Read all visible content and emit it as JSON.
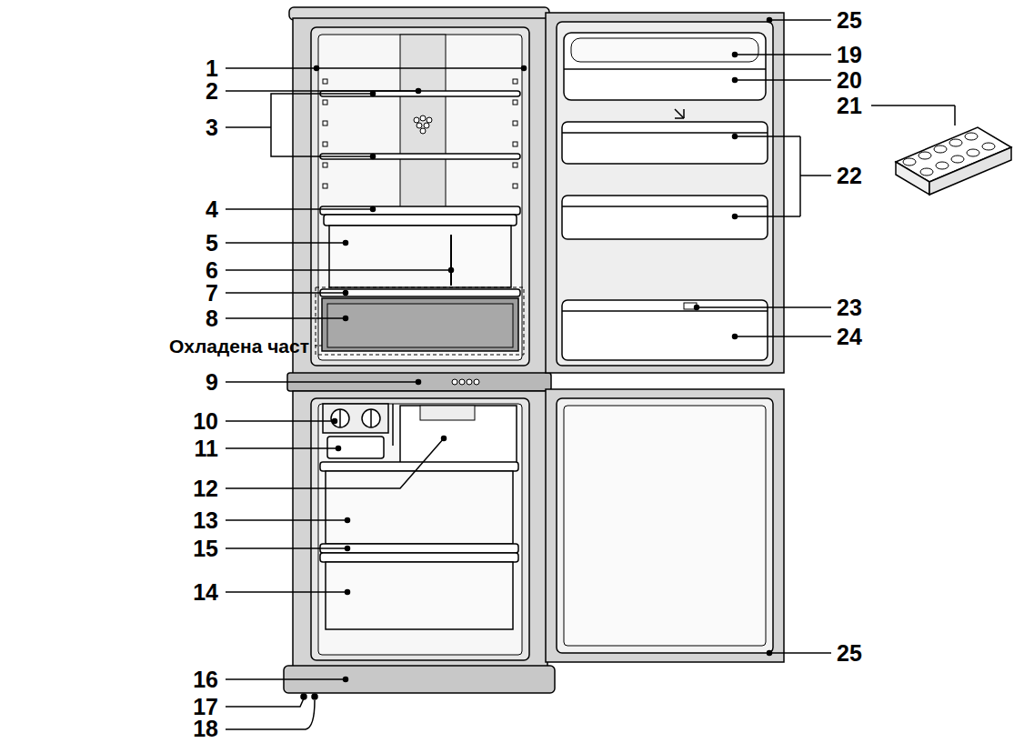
{
  "diagram": {
    "labels": [
      "1",
      "2",
      "3",
      "4",
      "5",
      "6",
      "7",
      "8",
      "Охладена част",
      "9",
      "10",
      "11",
      "12",
      "13",
      "15",
      "14",
      "16",
      "17",
      "18",
      "25",
      "19",
      "20",
      "21",
      "22",
      "23",
      "24",
      "25"
    ]
  }
}
